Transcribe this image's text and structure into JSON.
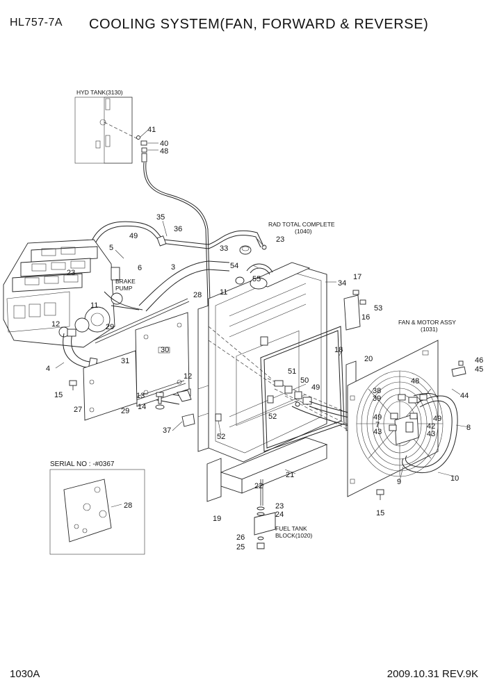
{
  "header": {
    "model": "HL757-7A",
    "title": "COOLING SYSTEM(FAN, FORWARD & REVERSE)"
  },
  "footer": {
    "page_code": "1030A",
    "revision": "2009.10.31  REV.9K"
  },
  "labels": {
    "hyd_tank": "HYD TANK(3130)",
    "rad_total_1": "RAD TOTAL COMPLETE",
    "rad_total_2": "(1040)",
    "fan_motor_1": "FAN & MOTOR ASSY",
    "fan_motor_2": "(1031)",
    "brake_pump_1": "BRAKE",
    "brake_pump_2": "PUMP",
    "fuel_tank_1": "FUEL TANK",
    "fuel_tank_2": "BLOCK(1020)",
    "serial_no": "SERIAL NO : -#0367"
  },
  "callouts": [
    {
      "id": "c41",
      "text": "41"
    },
    {
      "id": "c40",
      "text": "40"
    },
    {
      "id": "c48a",
      "text": "48"
    },
    {
      "id": "c35",
      "text": "35"
    },
    {
      "id": "c36",
      "text": "36"
    },
    {
      "id": "c49a",
      "text": "49"
    },
    {
      "id": "c5",
      "text": "5"
    },
    {
      "id": "c6",
      "text": "6"
    },
    {
      "id": "c23a",
      "text": "23"
    },
    {
      "id": "c3",
      "text": "3"
    },
    {
      "id": "c33",
      "text": "33"
    },
    {
      "id": "c23b",
      "text": "23"
    },
    {
      "id": "c54",
      "text": "54"
    },
    {
      "id": "c55",
      "text": "55"
    },
    {
      "id": "c11a",
      "text": "11"
    },
    {
      "id": "c34",
      "text": "34"
    },
    {
      "id": "c17",
      "text": "17"
    },
    {
      "id": "c53",
      "text": "53"
    },
    {
      "id": "c16",
      "text": "16"
    },
    {
      "id": "c28a",
      "text": "28"
    },
    {
      "id": "c11b",
      "text": "11"
    },
    {
      "id": "c12a",
      "text": "12"
    },
    {
      "id": "c29a",
      "text": "29"
    },
    {
      "id": "c4",
      "text": "4"
    },
    {
      "id": "c30",
      "text": "30"
    },
    {
      "id": "c31",
      "text": "31"
    },
    {
      "id": "c18",
      "text": "18"
    },
    {
      "id": "c20",
      "text": "20"
    },
    {
      "id": "c46",
      "text": "46"
    },
    {
      "id": "c45",
      "text": "45"
    },
    {
      "id": "c51",
      "text": "51"
    },
    {
      "id": "c50",
      "text": "50"
    },
    {
      "id": "c49b",
      "text": "49"
    },
    {
      "id": "c48b",
      "text": "48"
    },
    {
      "id": "c38",
      "text": "38"
    },
    {
      "id": "c39",
      "text": "39"
    },
    {
      "id": "c44",
      "text": "44"
    },
    {
      "id": "c15a",
      "text": "15"
    },
    {
      "id": "c27",
      "text": "27"
    },
    {
      "id": "c12b",
      "text": "12"
    },
    {
      "id": "c13",
      "text": "13"
    },
    {
      "id": "c14",
      "text": "14"
    },
    {
      "id": "c29b",
      "text": "29"
    },
    {
      "id": "c52a",
      "text": "52"
    },
    {
      "id": "c49c",
      "text": "49"
    },
    {
      "id": "c7",
      "text": "7"
    },
    {
      "id": "c43a",
      "text": "43"
    },
    {
      "id": "c49d",
      "text": "49"
    },
    {
      "id": "c42",
      "text": "42"
    },
    {
      "id": "c43b",
      "text": "43"
    },
    {
      "id": "c8",
      "text": "8"
    },
    {
      "id": "c37",
      "text": "37"
    },
    {
      "id": "c52b",
      "text": "52"
    },
    {
      "id": "c21",
      "text": "21"
    },
    {
      "id": "c9",
      "text": "9"
    },
    {
      "id": "c10",
      "text": "10"
    },
    {
      "id": "c22",
      "text": "22"
    },
    {
      "id": "c28b",
      "text": "28"
    },
    {
      "id": "c19",
      "text": "19"
    },
    {
      "id": "c23c",
      "text": "23"
    },
    {
      "id": "c24",
      "text": "24"
    },
    {
      "id": "c15b",
      "text": "15"
    },
    {
      "id": "c26",
      "text": "26"
    },
    {
      "id": "c25",
      "text": "25"
    }
  ]
}
